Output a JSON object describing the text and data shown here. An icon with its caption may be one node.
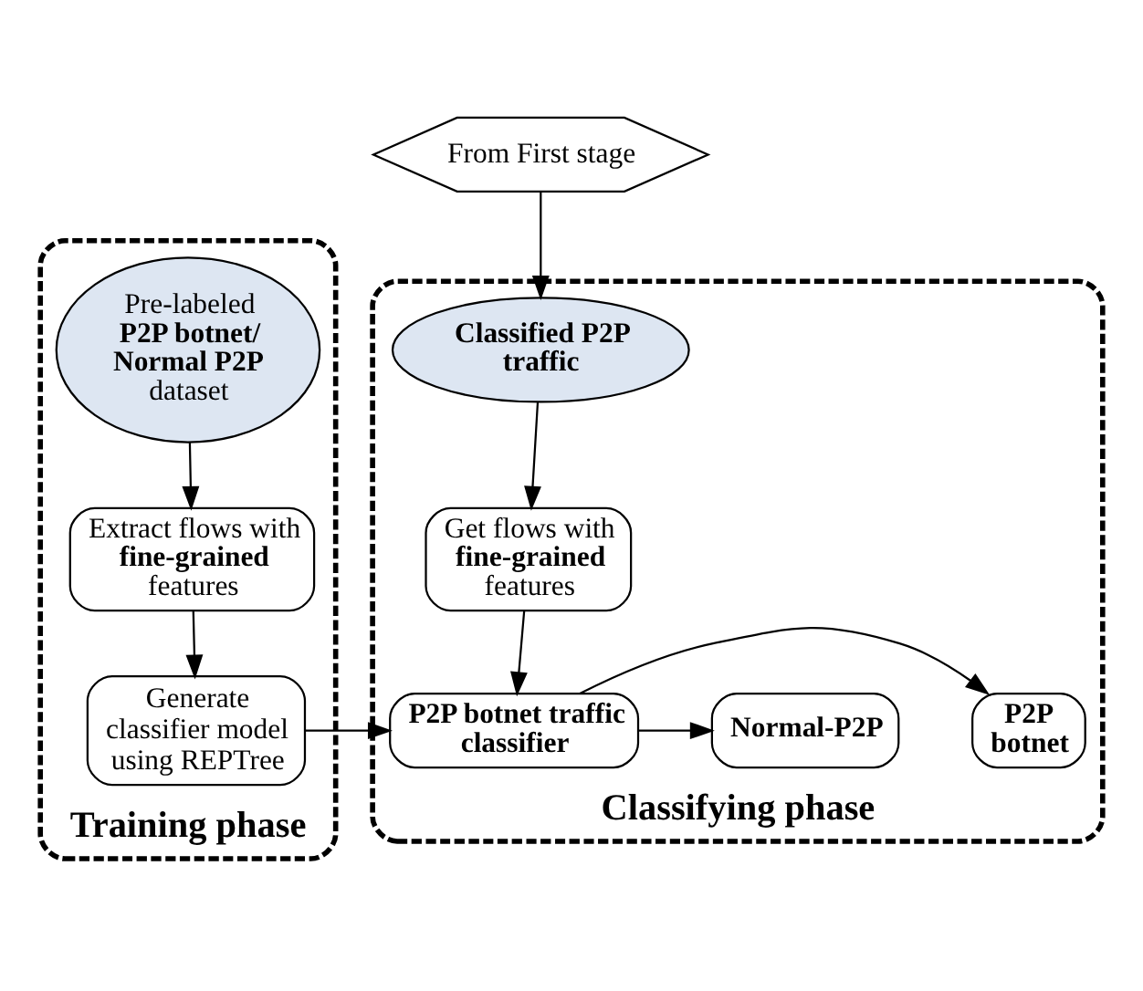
{
  "diagram": {
    "nodes": [
      {
        "text": [
          "Training phase"
        ]
      },
      {
        "text": [
          "Pre-labeled **P2P botnet/ Normal P2P** dataset"
        ],
        "in": 0
      },
      {
        "text": [
          "Extract flows with **fine-grained** features"
        ],
        "in": 0
      },
      {
        "text": [
          "Generate classifier model using REPTree"
        ],
        "in": 0
      },
      {
        "text": [
          "Classifying phase"
        ]
      },
      {
        "text": [
          "From First stage"
        ]
      },
      {
        "text": [
          "Classified P2P traffic"
        ],
        "in": 4
      },
      {
        "text": [
          "Get flows with **fine-grained** features"
        ],
        "in": 4
      },
      {
        "text": [
          "P2P botnet traffic classifier"
        ],
        "in": 4
      },
      {
        "text": [
          "P2P botnet"
        ],
        "in": 4
      },
      {
        "text": [
          "Normal-P2P"
        ],
        "in": 4
      }
    ],
    "edges": [
      {
        "from": 5,
        "to": 6,
        "arrow": "to"
      },
      {
        "from": 1,
        "to": 2,
        "arrow": "to"
      },
      {
        "from": 2,
        "to": 3,
        "arrow": "to"
      },
      {
        "from": 3,
        "to": 8,
        "arrow": "to"
      },
      {
        "from": 6,
        "to": 7,
        "arrow": "to"
      },
      {
        "from": 7,
        "to": 8,
        "arrow": "to"
      },
      {
        "from": 8,
        "to": 9,
        "arrow": "to"
      },
      {
        "from": 8,
        "to": 10,
        "arrow": "to"
      }
    ]
  }
}
